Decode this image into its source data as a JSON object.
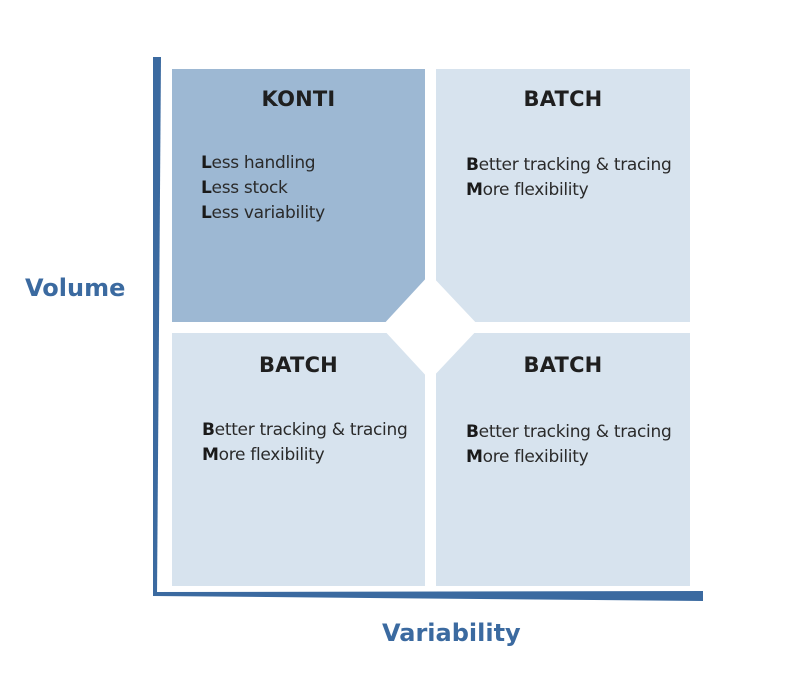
{
  "axes": {
    "y_label": "Volume",
    "x_label": "Variability"
  },
  "quadrants": {
    "top_left": {
      "title": "KONTI",
      "lines": [
        {
          "lead": "L",
          "rest": "ess handling"
        },
        {
          "lead": "L",
          "rest": "ess stock"
        },
        {
          "lead": "L",
          "rest": "ess variability"
        }
      ]
    },
    "top_right": {
      "title": "BATCH",
      "lines": [
        {
          "lead": "B",
          "rest": "etter tracking & tracing"
        },
        {
          "lead": "M",
          "rest": "ore flexibility"
        }
      ]
    },
    "bottom_left": {
      "title": "BATCH",
      "lines": [
        {
          "lead": "B",
          "rest": "etter tracking & tracing"
        },
        {
          "lead": "M",
          "rest": "ore flexibility"
        }
      ]
    },
    "bottom_right": {
      "title": "BATCH",
      "lines": [
        {
          "lead": "B",
          "rest": "etter tracking & tracing"
        },
        {
          "lead": "M",
          "rest": "ore flexibility"
        }
      ]
    }
  },
  "colors": {
    "highlight_quadrant": "#9db8d3",
    "quadrant": "#d7e3ee",
    "axis": "#3b6aa0",
    "axis_label": "#3b6aa0"
  }
}
